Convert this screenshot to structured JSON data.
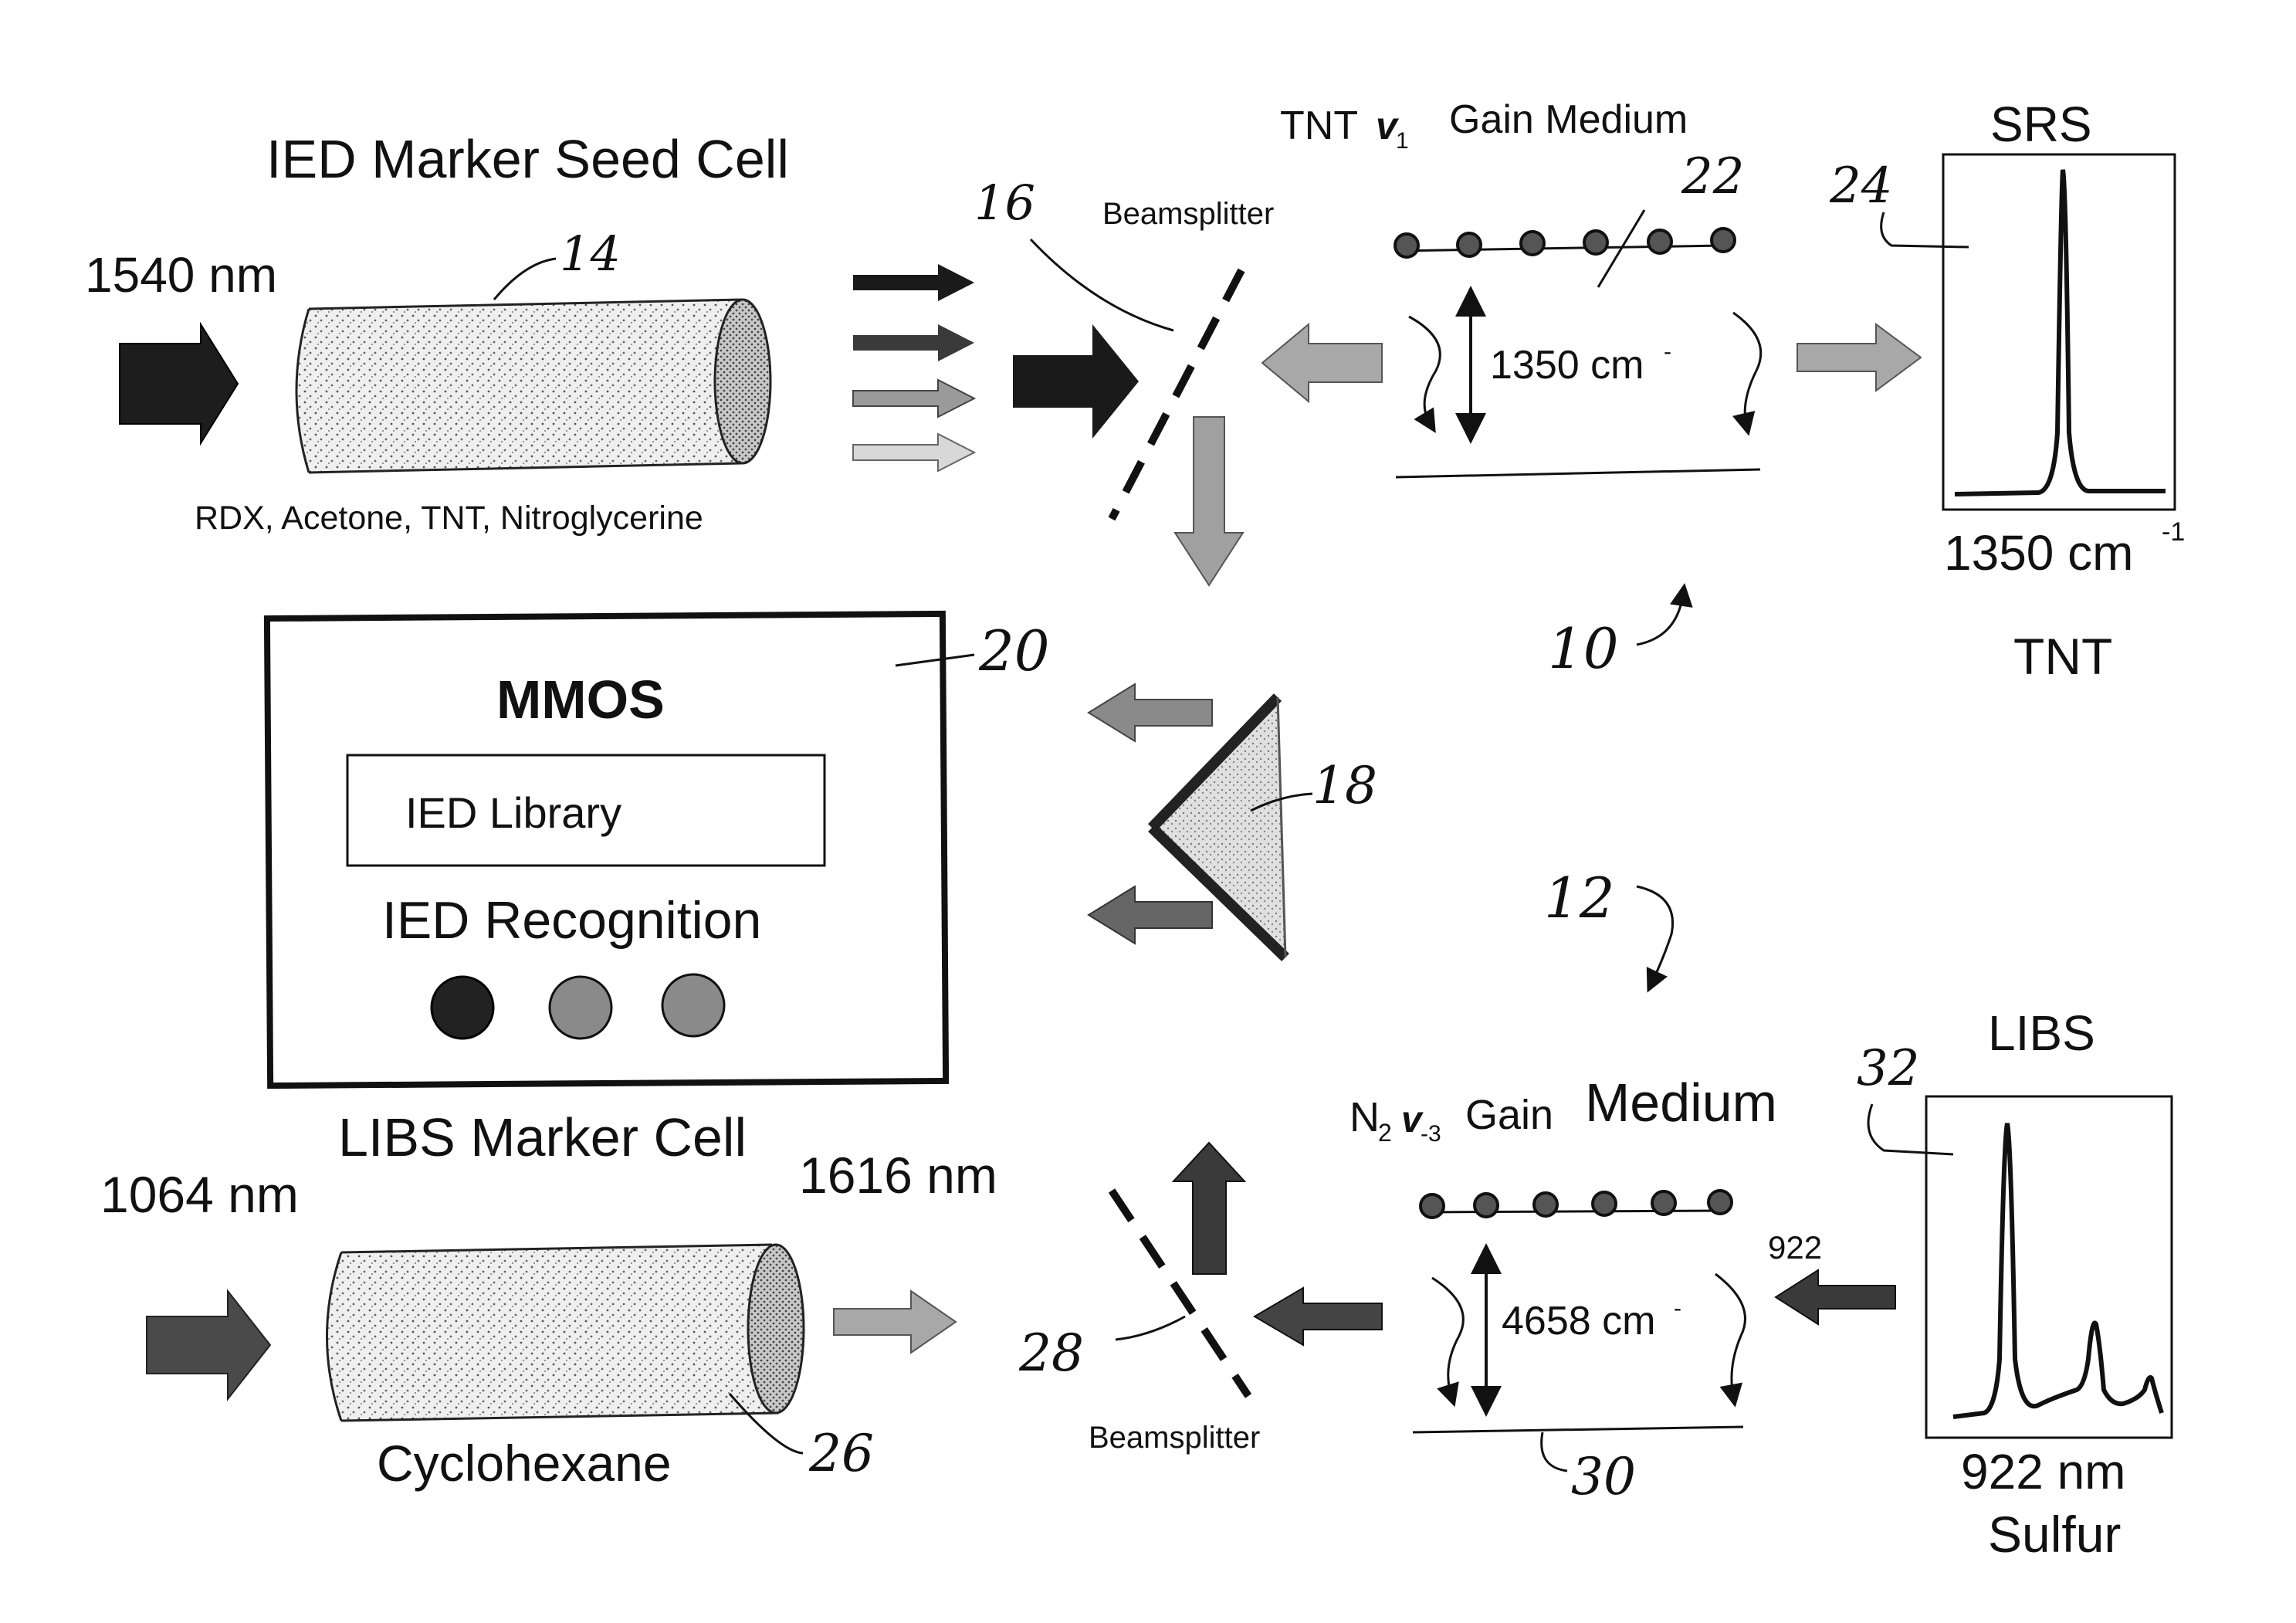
{
  "top": {
    "seed_cell_title": "IED Marker Seed Cell",
    "input_wavelength": "1540 nm",
    "seed_cell_ref": "14",
    "seed_cell_contents": "RDX, Acetone, TNT, Nitroglycerine",
    "beamsplitter_ref": "16",
    "beamsplitter_label": "Beamsplitter",
    "gain_prefix": "TNT",
    "gain_symbol": "v",
    "gain_subscript": "1",
    "gain_suffix": "Gain Medium",
    "gain_ref": "22",
    "transition_main": "1350 cm",
    "transition_sup": "-",
    "spectrum_title": "SRS",
    "spectrum_ref": "24",
    "spectrum_peak_main": "1350 cm",
    "spectrum_peak_sup": "-1",
    "spectrum_species": "TNT",
    "system_ref": "10"
  },
  "middle": {
    "mmos_title": "MMOS",
    "library_label": "IED Library",
    "recognition_label": "IED Recognition",
    "mmos_ref": "20",
    "prism_ref": "18",
    "system_ref": "12"
  },
  "bottom": {
    "marker_cell_title": "LIBS Marker Cell",
    "input_wavelength": "1064 nm",
    "output_wavelength": "1616 nm",
    "cell_contents": "Cyclohexane",
    "cell_ref": "26",
    "beamsplitter_ref": "28",
    "beamsplitter_label": "Beamsplitter",
    "gain_prefix": "N",
    "gain_prefix_sub": "2",
    "gain_symbol": "v",
    "gain_subscript": "-3",
    "gain_mid": "Gain",
    "gain_suffix": "Medium",
    "gain_ref": "30",
    "transition_main": "4658 cm",
    "transition_sup": "-",
    "input_label": "922",
    "spectrum_title": "LIBS",
    "spectrum_ref": "32",
    "spectrum_peak": "922 nm",
    "spectrum_species": "Sulfur"
  }
}
